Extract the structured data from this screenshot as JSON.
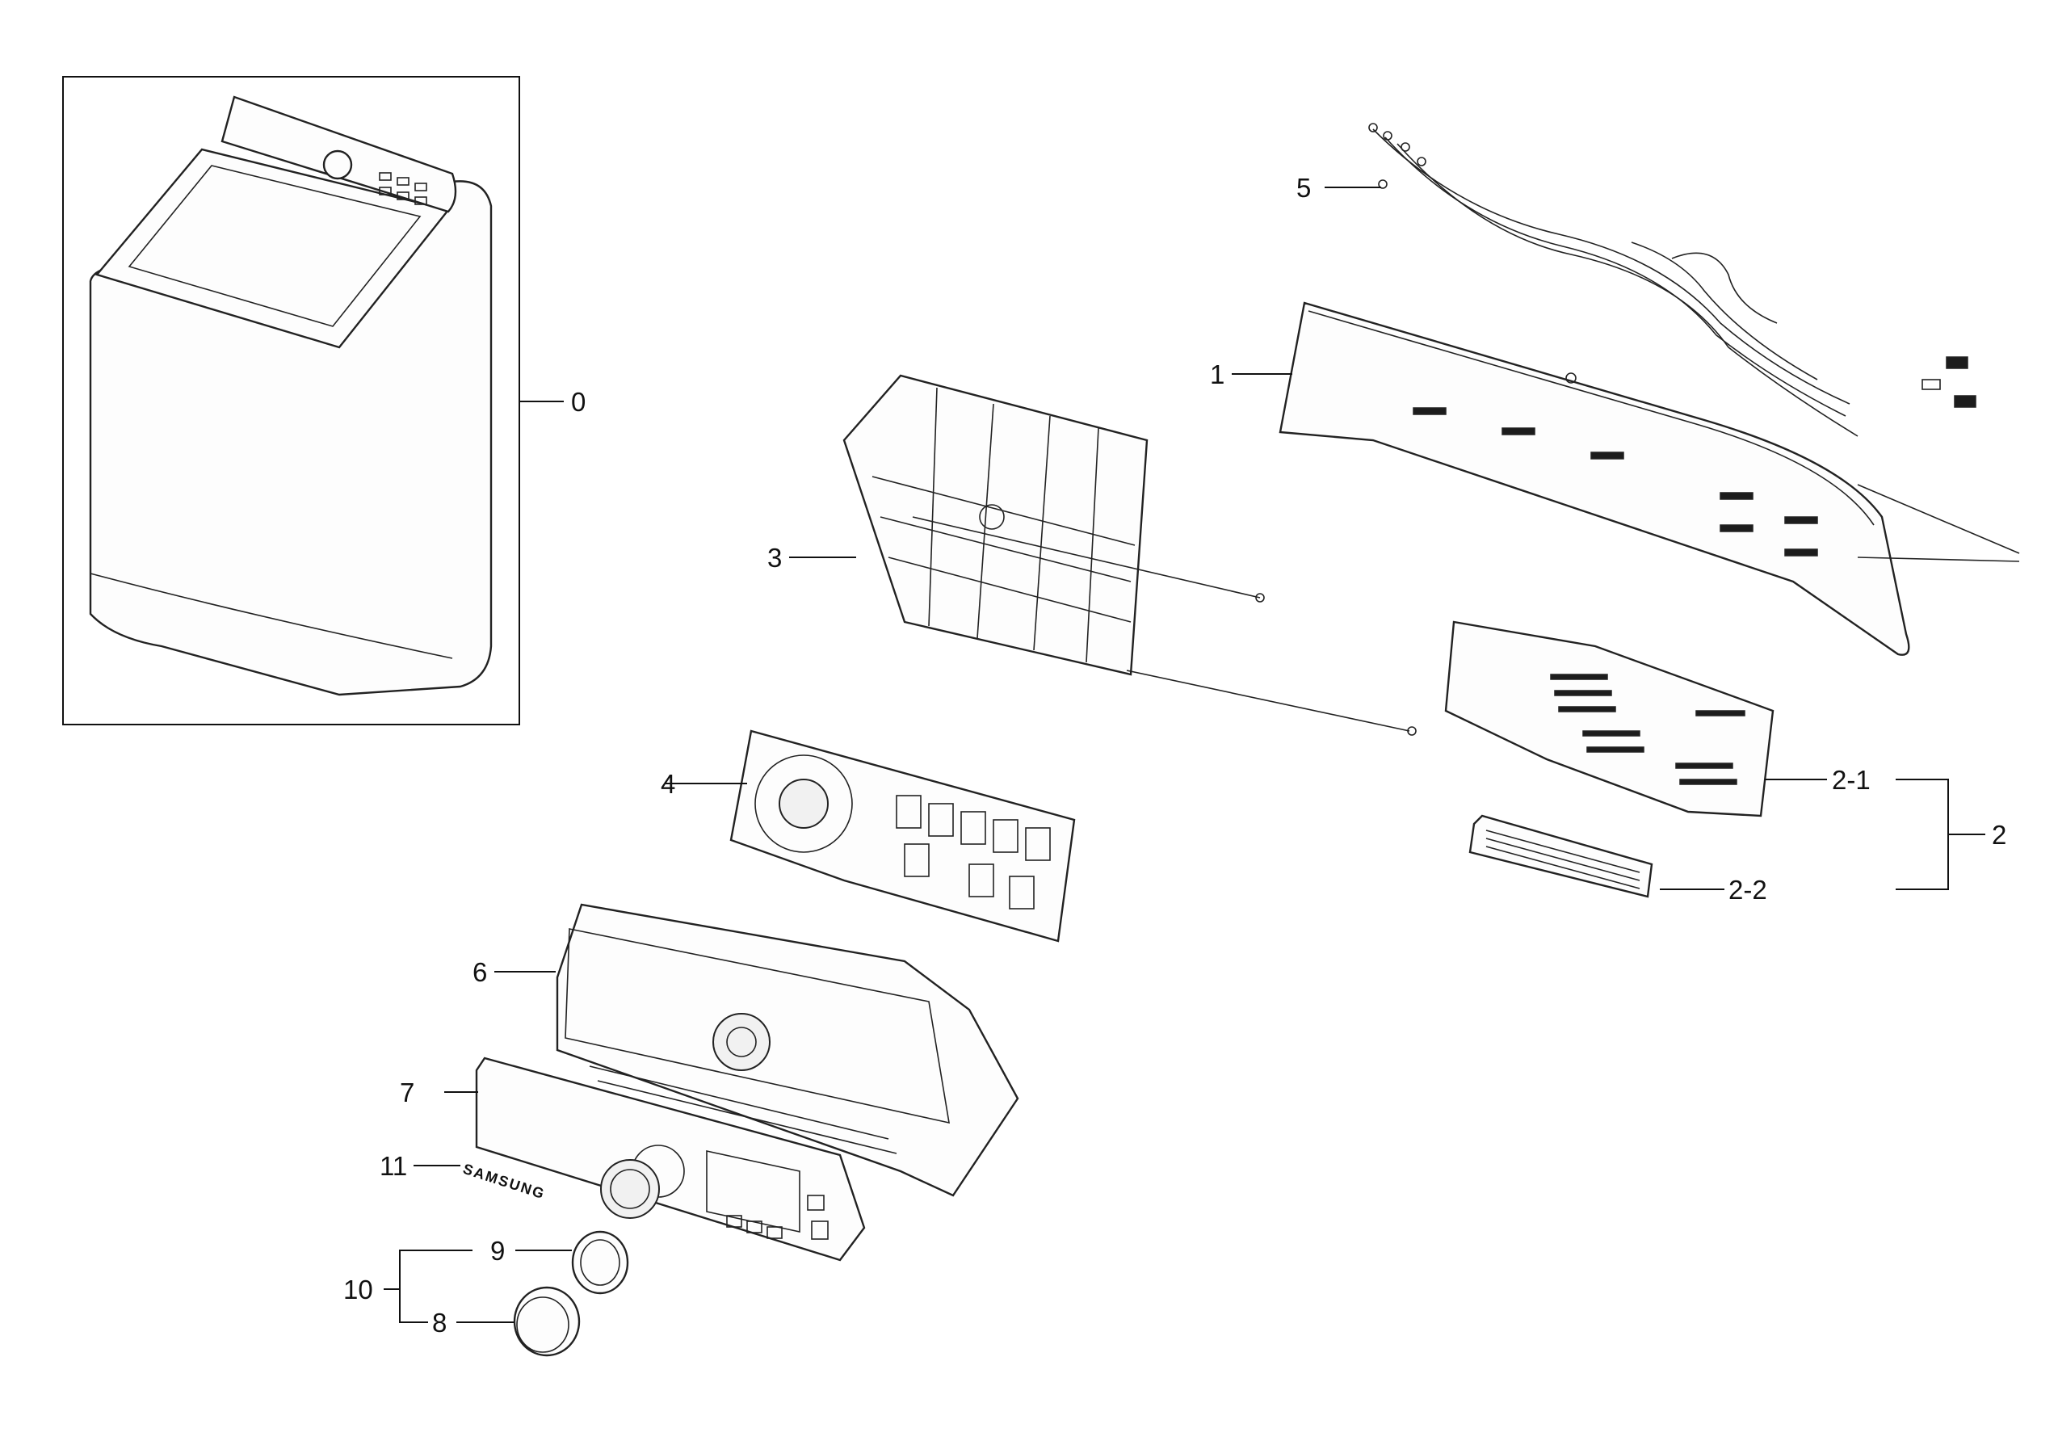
{
  "callouts": {
    "c0": "0",
    "c1": "1",
    "c2": "2",
    "c2_1": "2-1",
    "c2_2": "2-2",
    "c3": "3",
    "c4": "4",
    "c5": "5",
    "c6": "6",
    "c7": "7",
    "c8": "8",
    "c9": "9",
    "c10": "10",
    "c11": "11"
  },
  "brand_emblem": "SAMSUNG"
}
